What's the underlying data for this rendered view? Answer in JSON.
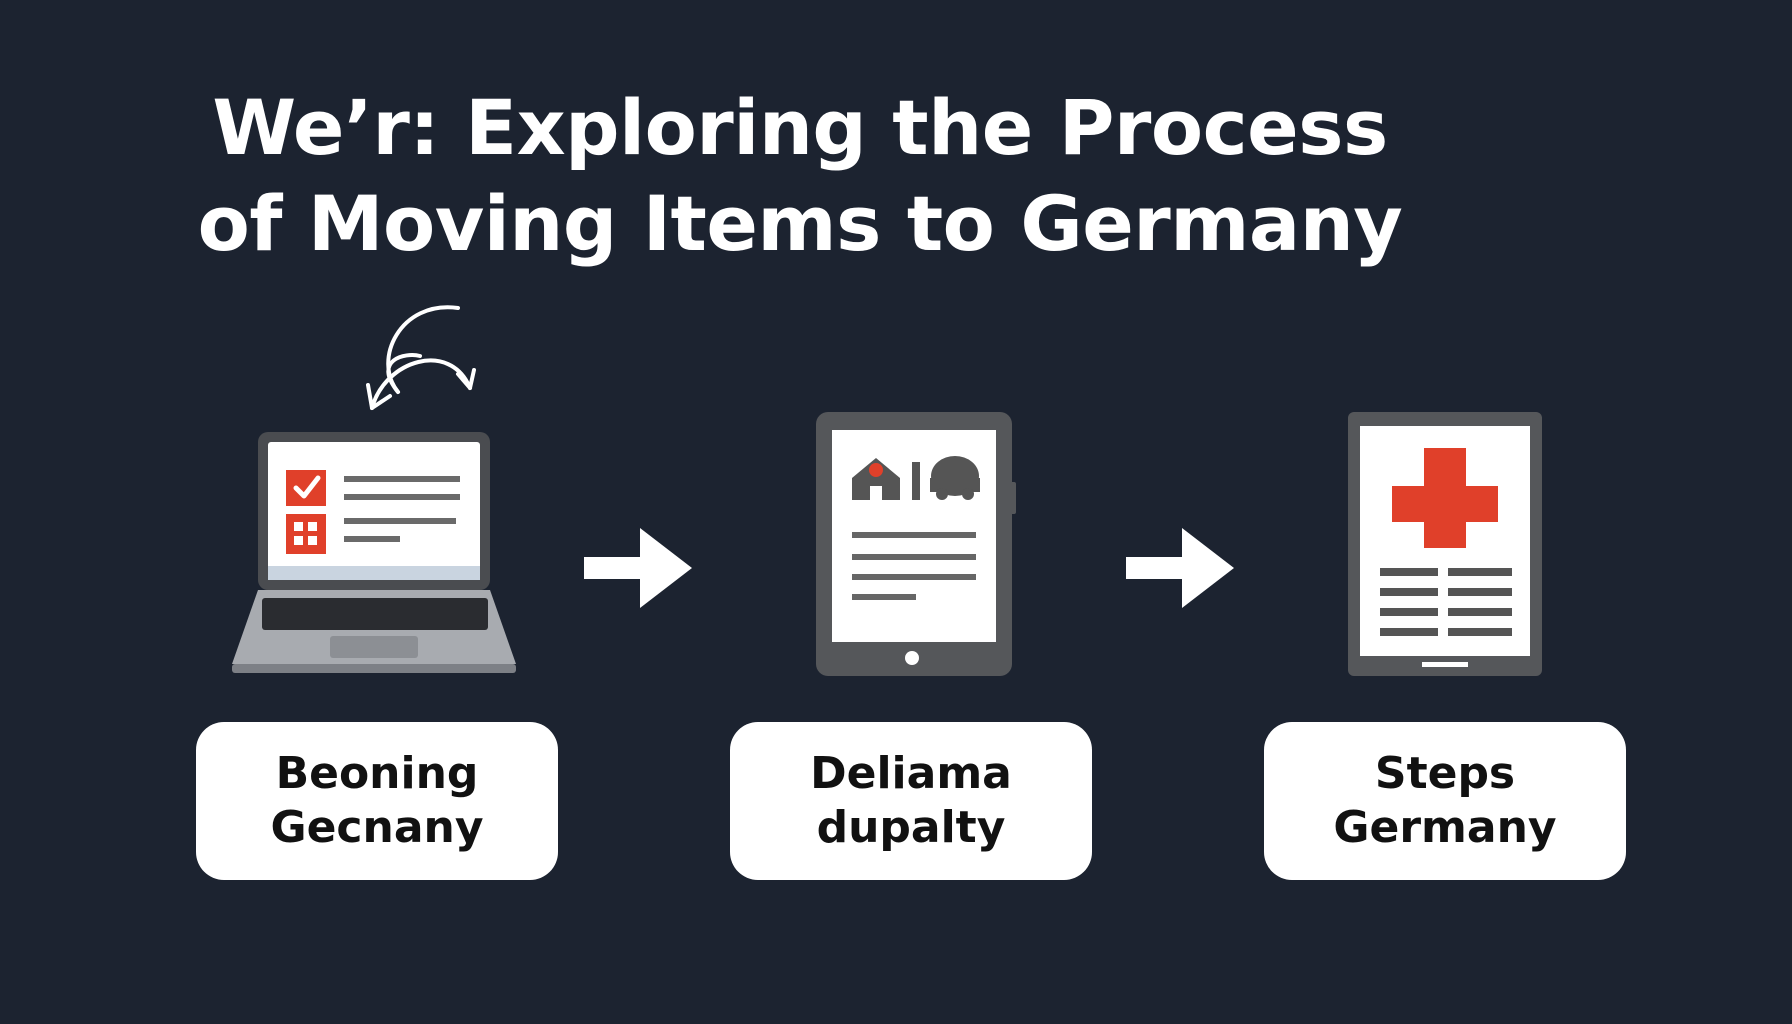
{
  "title": {
    "line1": "We’r: Exploring the Process",
    "line2": "of Moving Items to Germany"
  },
  "steps": [
    {
      "line1": "Beoning",
      "line2": "Gecnany",
      "icon": "laptop-checklist-icon"
    },
    {
      "line1": "Deliama",
      "line2": "dupalty",
      "icon": "tablet-document-icon"
    },
    {
      "line1": "Steps",
      "line2": "Germany",
      "icon": "tablet-medical-cross-icon"
    }
  ],
  "colors": {
    "background": "#1c2330",
    "accent": "#e0402a",
    "device": "#5a5a5c",
    "label_bg": "#ffffff"
  }
}
